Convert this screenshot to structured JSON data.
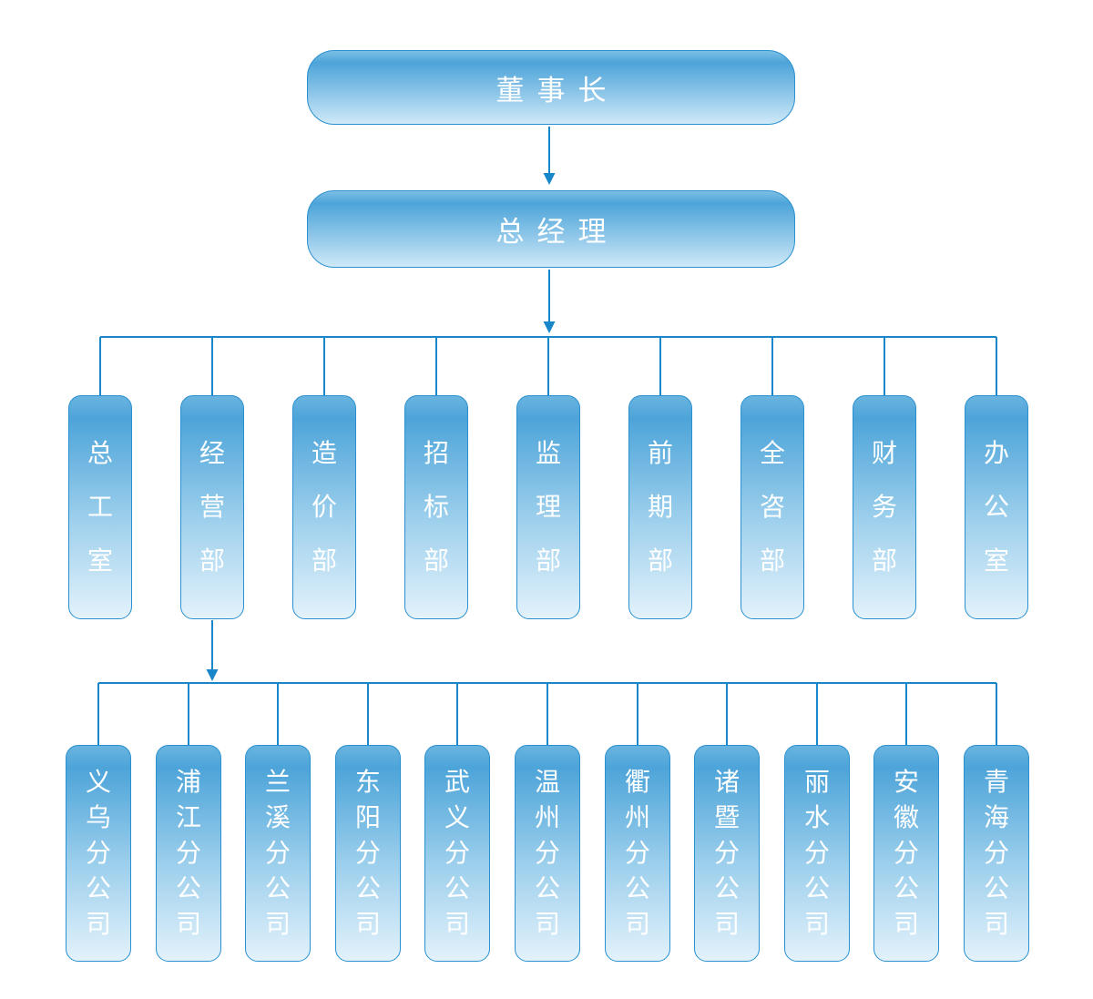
{
  "org": {
    "chairman": {
      "label": "董事长"
    },
    "general_manager": {
      "label": "总经理"
    },
    "departments": [
      {
        "label": "总工室"
      },
      {
        "label": "经营部"
      },
      {
        "label": "造价部"
      },
      {
        "label": "招标部"
      },
      {
        "label": "监理部"
      },
      {
        "label": "前期部"
      },
      {
        "label": "全咨部"
      },
      {
        "label": "财务部"
      },
      {
        "label": "办公室"
      }
    ],
    "branch_parent": "经营部",
    "branches": [
      {
        "label": "义乌分公司"
      },
      {
        "label": "浦江分公司"
      },
      {
        "label": "兰溪分公司"
      },
      {
        "label": "东阳分公司"
      },
      {
        "label": "武义分公司"
      },
      {
        "label": "温州分公司"
      },
      {
        "label": "衢州分公司"
      },
      {
        "label": "诸暨分公司"
      },
      {
        "label": "丽水分公司"
      },
      {
        "label": "安徽分公司"
      },
      {
        "label": "青海分公司"
      }
    ]
  },
  "colors": {
    "box_gradient_top": "#4da4d9",
    "box_gradient_bottom": "#e3f2fb",
    "box_border": "#2a90cf",
    "connector": "#1787c9",
    "text": "#ffffff",
    "background": "#ffffff"
  }
}
